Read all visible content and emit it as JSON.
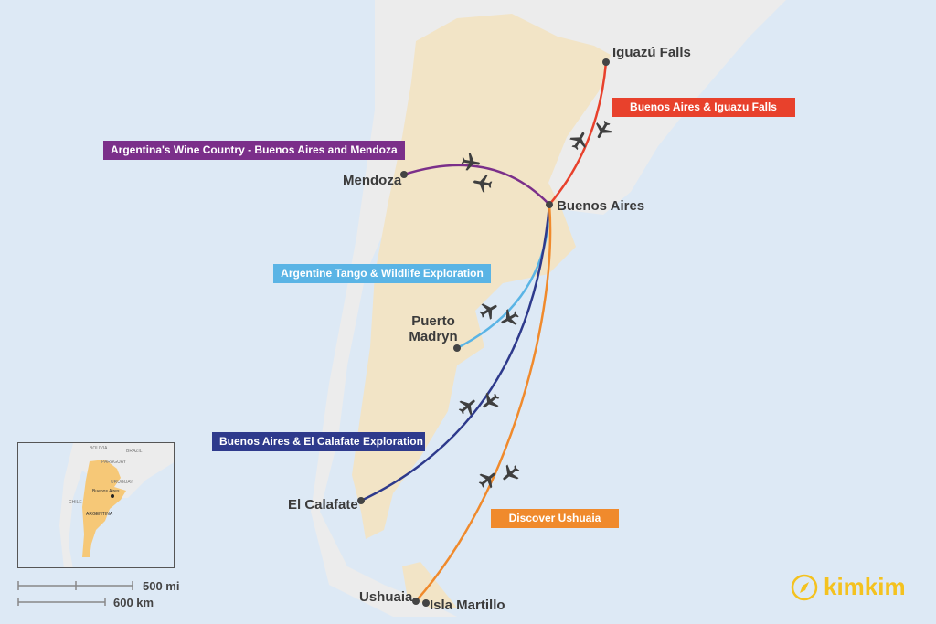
{
  "cities": {
    "iguazu": "Iguazú Falls",
    "buenos_aires": "Buenos Aires",
    "mendoza": "Mendoza",
    "puerto_madryn": "Puerto Madryn",
    "el_calafate": "El Calafate",
    "ushuaia": "Ushuaia",
    "isla_martillo": "Isla Martillo"
  },
  "routes": [
    {
      "label": "Buenos Aires & Iguazu Falls",
      "color": "#e8412c"
    },
    {
      "label": "Argentina's Wine Country - Buenos Aires and Mendoza",
      "color": "#7b2f8a"
    },
    {
      "label": "Argentine Tango & Wildlife Exploration",
      "color": "#5ab4e5"
    },
    {
      "label": "Buenos Aires & El Calafate Exploration",
      "color": "#2e3a8c"
    },
    {
      "label": "Discover Ushuaia",
      "color": "#f08a2c"
    }
  ],
  "inset": {
    "bolivia": "BOLIVIA",
    "brazil": "BRAZIL",
    "paraguay": "PARAGUAY",
    "uruguay": "URUGUAY",
    "chile": "CHILE",
    "argentina": "ARGENTINA",
    "buenos_aires": "Buenos Aires"
  },
  "scale": {
    "miles": "500 mi",
    "km": "600 km"
  },
  "logo": {
    "text": "kimkim",
    "icon": "compass-icon"
  }
}
